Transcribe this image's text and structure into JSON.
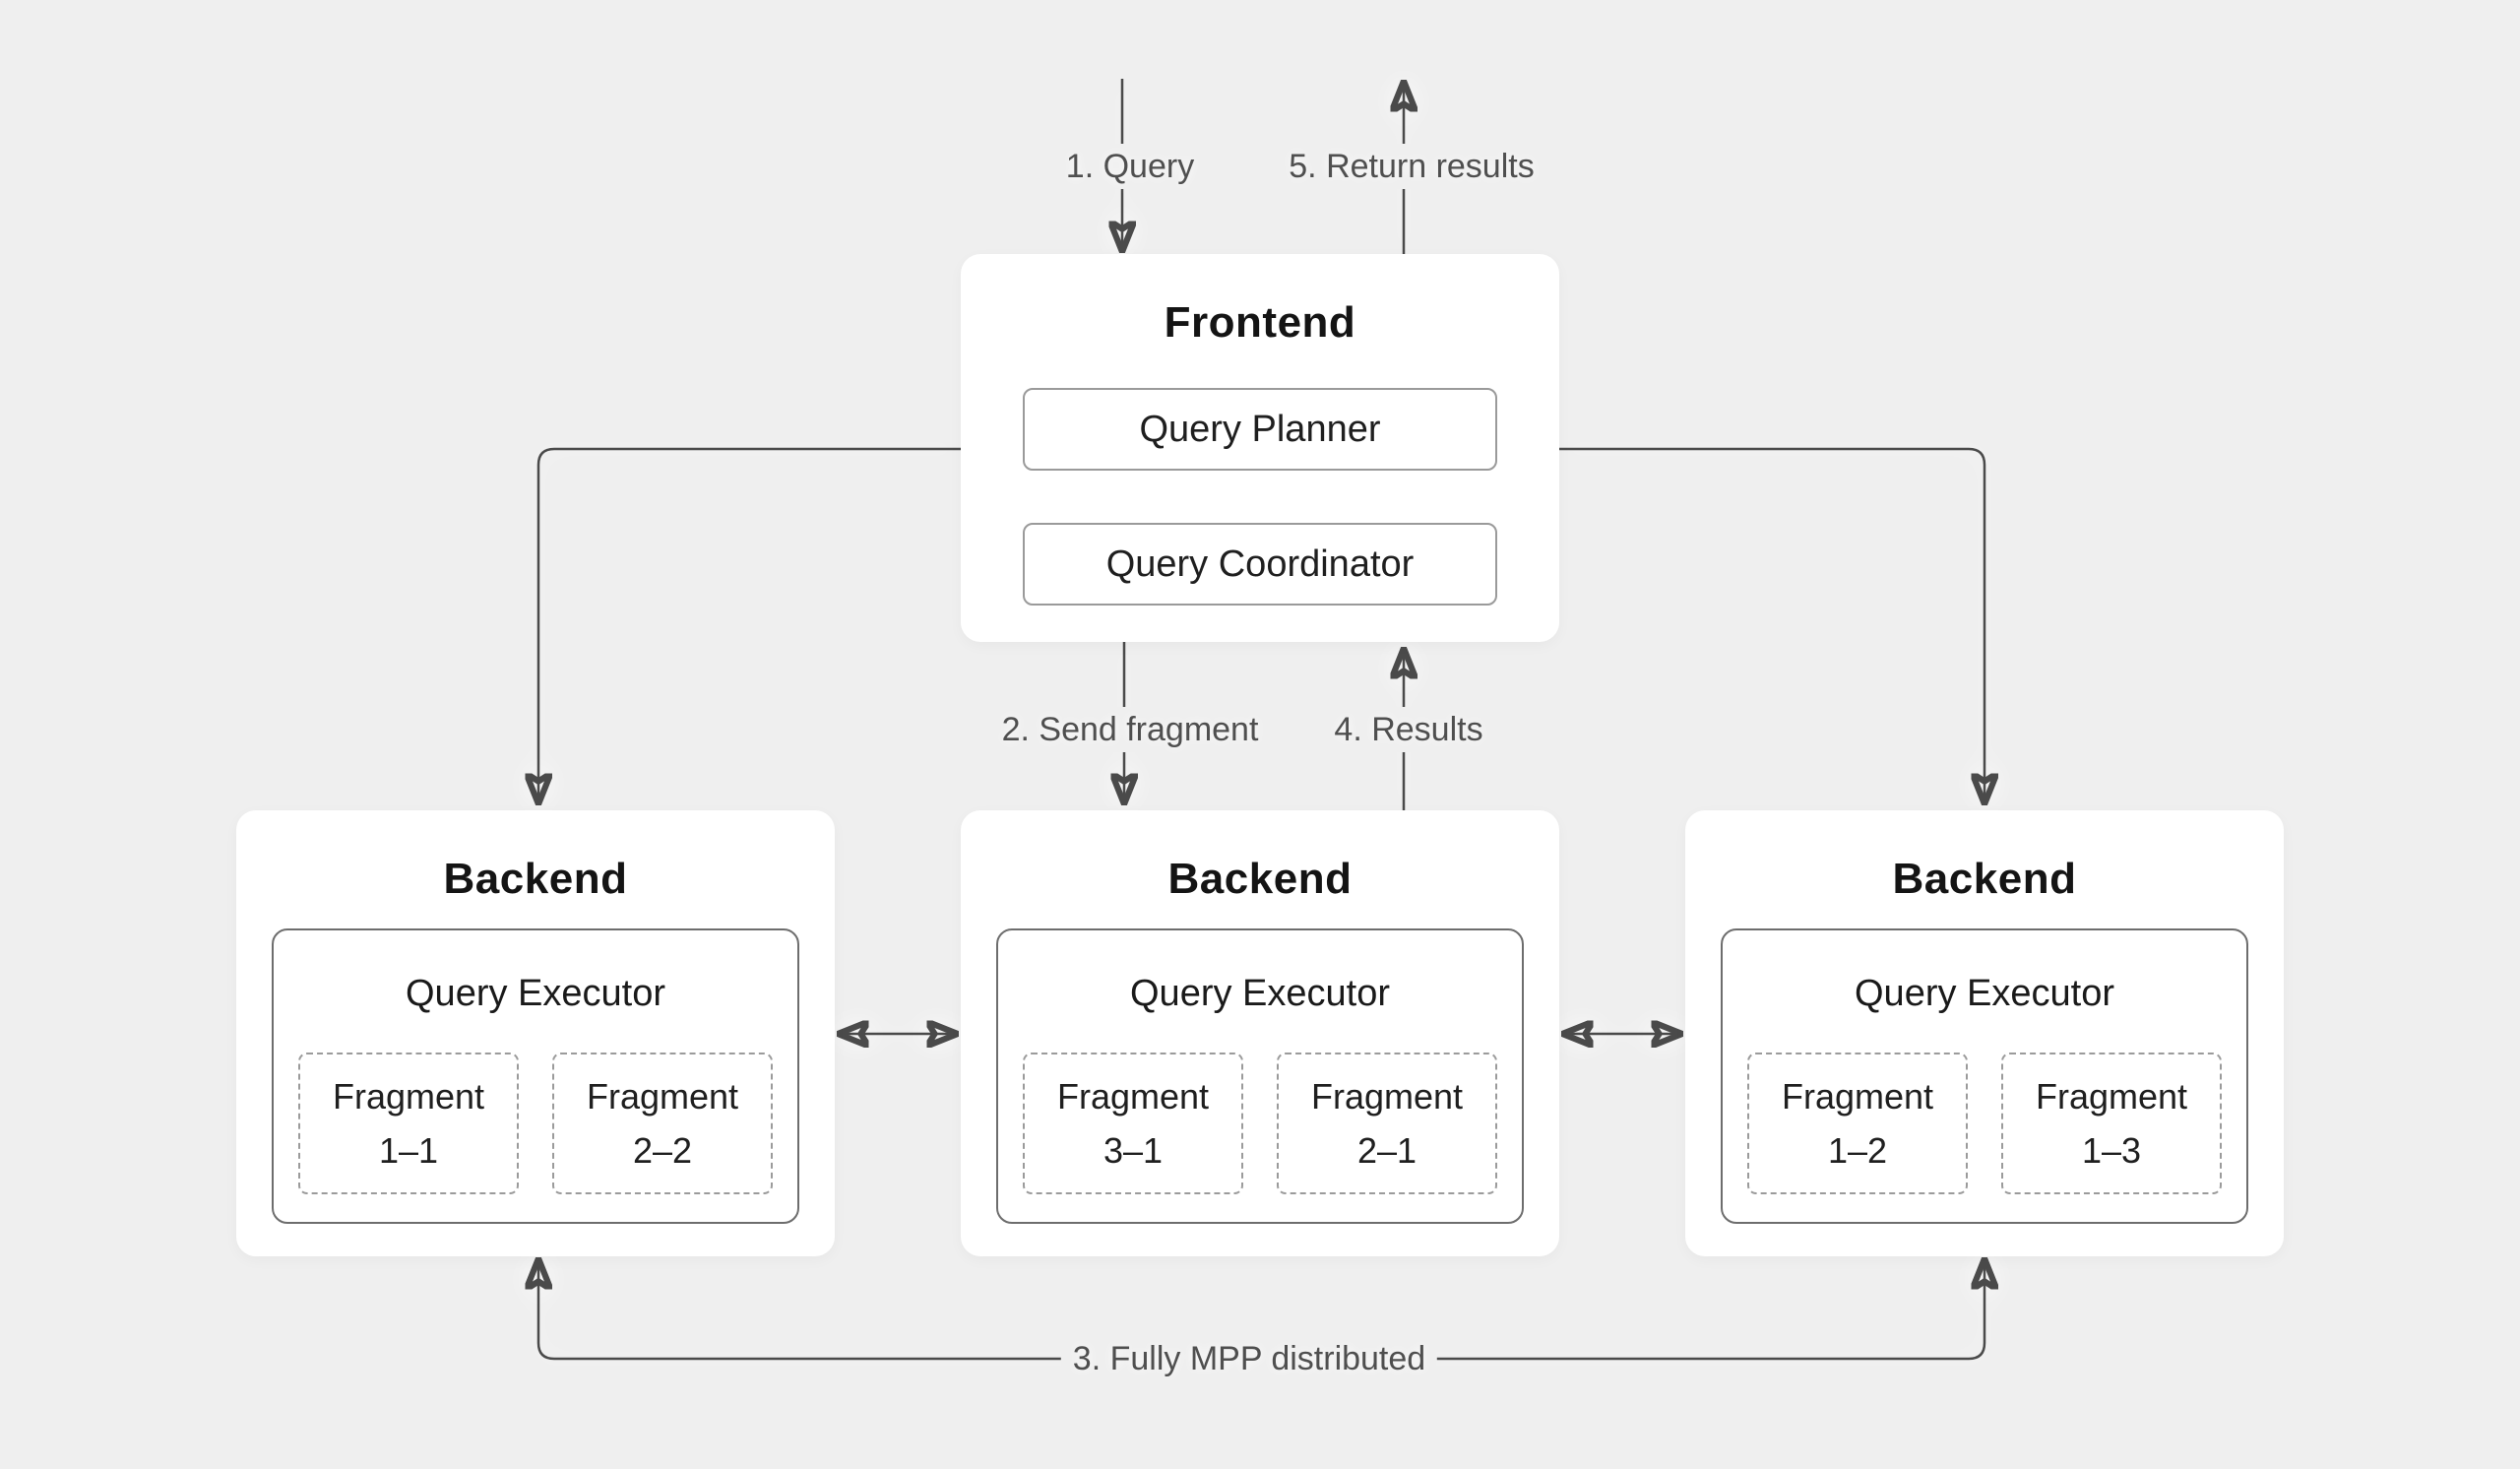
{
  "canvas": {
    "background": "#efefef",
    "line_color": "#4a4a4a",
    "label_color": "#4f4f4f",
    "card_color": "#ffffff"
  },
  "frontend": {
    "title": "Frontend",
    "components": [
      {
        "label": "Query Planner"
      },
      {
        "label": "Query Coordinator"
      }
    ]
  },
  "backends": [
    {
      "title": "Backend",
      "executor": {
        "title": "Query Executor",
        "fragments": [
          {
            "line1": "Fragment",
            "line2": "1–1"
          },
          {
            "line1": "Fragment",
            "line2": "2–2"
          }
        ]
      }
    },
    {
      "title": "Backend",
      "executor": {
        "title": "Query Executor",
        "fragments": [
          {
            "line1": "Fragment",
            "line2": "3–1"
          },
          {
            "line1": "Fragment",
            "line2": "2–1"
          }
        ]
      }
    },
    {
      "title": "Backend",
      "executor": {
        "title": "Query Executor",
        "fragments": [
          {
            "line1": "Fragment",
            "line2": "1–2"
          },
          {
            "line1": "Fragment",
            "line2": "1–3"
          }
        ]
      }
    }
  ],
  "flow": {
    "step1": "1. Query",
    "step2": "2. Send fragment",
    "step3": "3. Fully MPP distributed",
    "step4": "4. Results",
    "step5": "5. Return results"
  }
}
